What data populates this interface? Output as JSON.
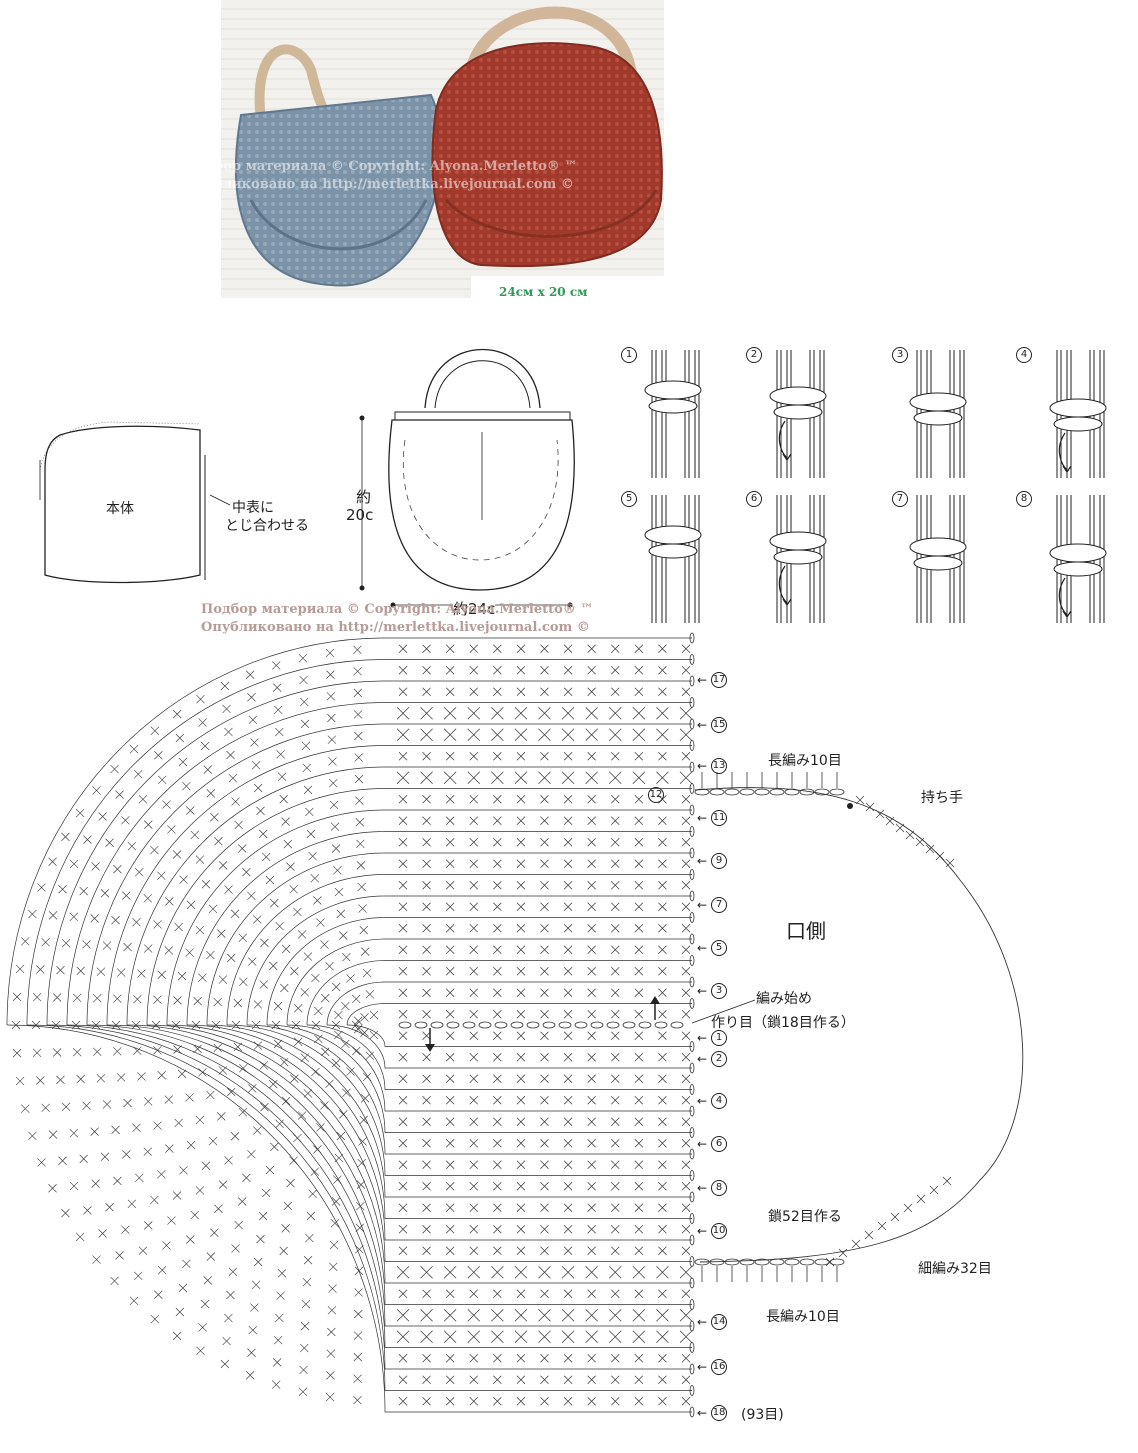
{
  "photo": {
    "watermark_line1": "Подбор материала © Copyright:  Alyona.Merletto® ™",
    "watermark_line2": "Опубликовано на http://merlettka.livejournal.com ©",
    "caption": "24см х 20 см",
    "colors": {
      "blue_bag": "#7d93a7",
      "red_bag": "#a23a2c",
      "handle": "#c9b08f",
      "wall": "#f1efeb"
    }
  },
  "body_piece": {
    "label": "本体",
    "note_line1": "中表に",
    "note_line2": "とじ合わせる"
  },
  "bag_diagram": {
    "height_line1": "約",
    "height_line2": "20c",
    "width_label": "約24c"
  },
  "page_watermark": {
    "line1": "Подбор материала © Copyright:  Alyona.Merletto® ™",
    "line2": "Опубликовано на http://merlettka.livejournal.com ©"
  },
  "knot_steps": [
    "1",
    "2",
    "3",
    "4",
    "5",
    "6",
    "7",
    "8"
  ],
  "chart": {
    "center_label": "口側",
    "start_label": "編み始め",
    "foundation_label": "作り目（鎖18目作る）",
    "handle_label": "持ち手",
    "dc_top_label": "長編み10目",
    "dc_bottom_label": "長編み10目",
    "chain_label": "鎖52目作る",
    "sc_label": "細編み32目",
    "final_count": "(93目)",
    "rows_upper": [
      "17",
      "15",
      "13",
      "11",
      "9",
      "7",
      "5",
      "3",
      "1"
    ],
    "rows_lower": [
      "2",
      "4",
      "6",
      "8",
      "10",
      "14",
      "16",
      "18"
    ],
    "row12_label": "12"
  }
}
